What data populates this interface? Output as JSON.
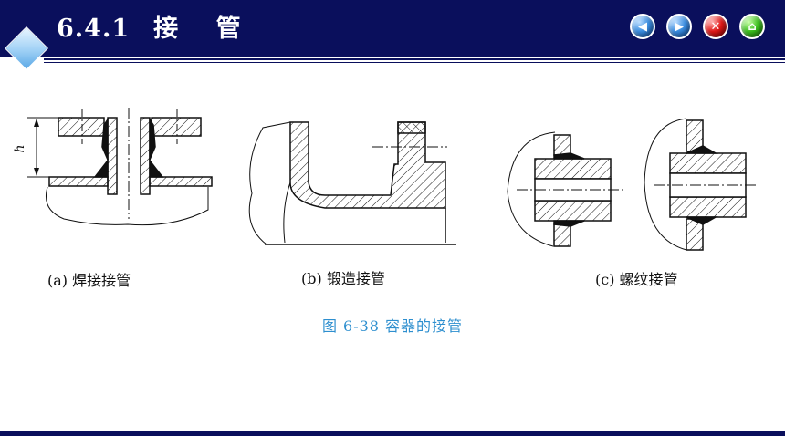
{
  "header": {
    "section_number": "6.4.1",
    "section_title": "接 管"
  },
  "nav": {
    "prev_icon": "back-arrow-icon",
    "next_icon": "forward-arrow-icon",
    "close_icon": "close-x-icon",
    "home_icon": "home-icon"
  },
  "figure": {
    "dimension_label": "h",
    "panels": [
      {
        "label": "(a) 焊接接管"
      },
      {
        "label": "(b) 锻造接管"
      },
      {
        "label": "(c) 螺纹接管"
      }
    ],
    "caption": "图 6-38   容器的接管"
  },
  "colors": {
    "header_bg": "#0a0f5c",
    "caption": "#2e8fcf"
  }
}
